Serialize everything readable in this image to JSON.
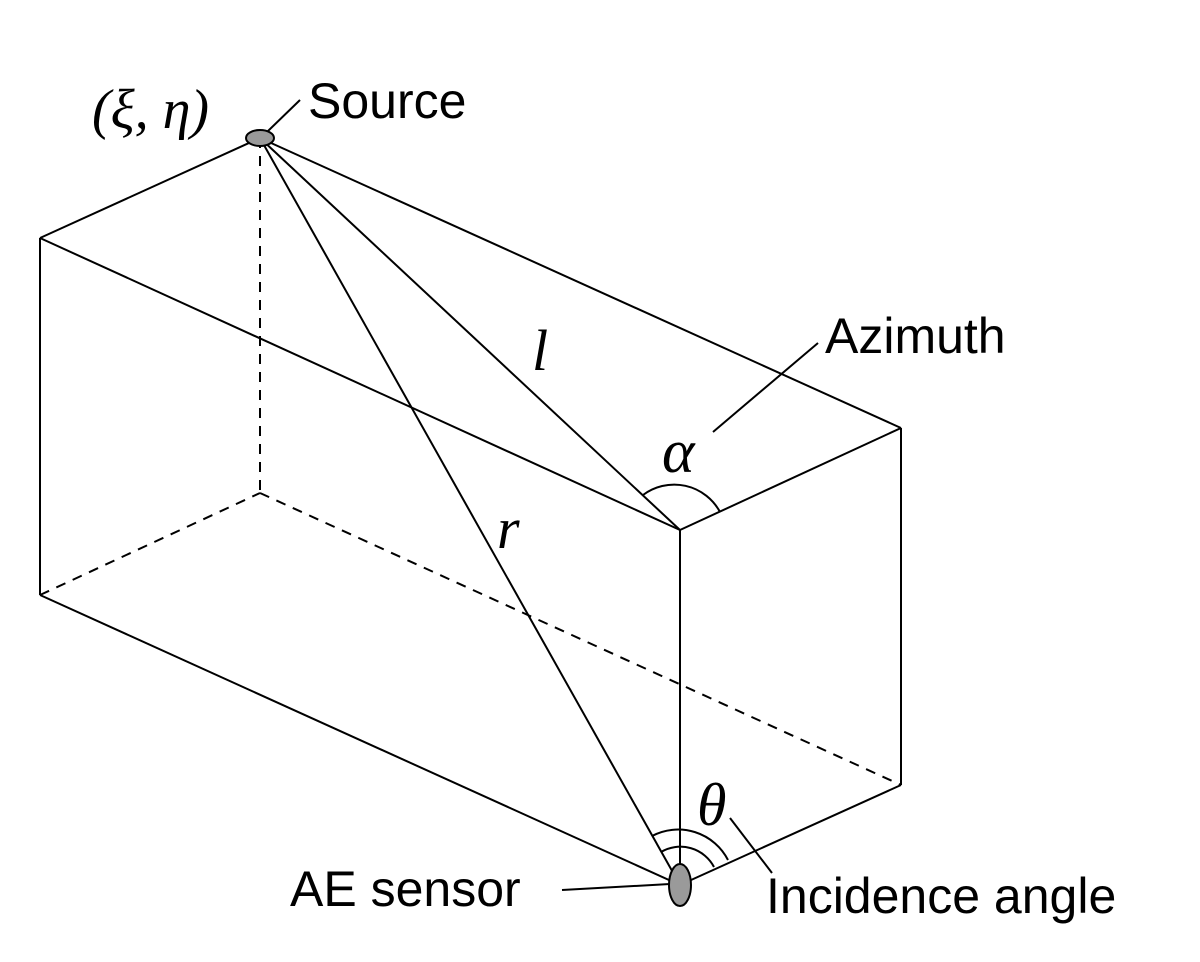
{
  "labels": {
    "source": "Source",
    "source_coords": "(ξ, η)",
    "azimuth": "Azimuth",
    "alpha": "α",
    "l": "l",
    "r": "r",
    "theta": "θ",
    "sensor": "AE sensor",
    "incidence": "Incidence angle"
  },
  "colors": {
    "line": "#000000",
    "marker_fill": "#9a9a9a",
    "background": "#ffffff"
  }
}
